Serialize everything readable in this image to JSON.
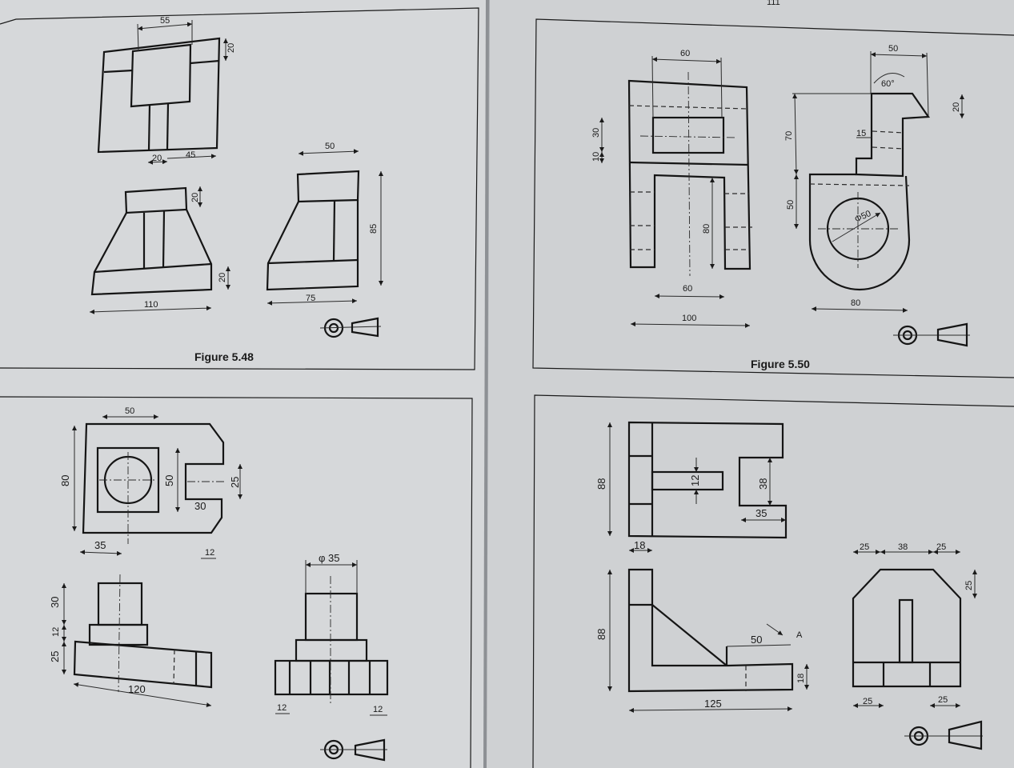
{
  "left_page": {
    "caption": "Figure 5.48",
    "fig_548": {
      "top_view": {
        "d1": "55",
        "d2": "20",
        "d3": "20",
        "d4": "45"
      },
      "front_view": {
        "d1": "20",
        "d2": "20",
        "d3": "110"
      },
      "side_view": {
        "d1": "50",
        "d2": "85",
        "d3": "75"
      }
    },
    "fig_549": {
      "top_view": {
        "d1": "50",
        "d2": "80",
        "d3": "50",
        "d4": "25",
        "d5": "30",
        "d6": "35",
        "d7": "12"
      },
      "front_view": {
        "d1": "30",
        "d2": "12",
        "d3": "25",
        "d4": "120"
      },
      "side_view": {
        "d1": "φ 35",
        "d2": "12",
        "d3": "12"
      }
    }
  },
  "right_page": {
    "page_number": "111",
    "caption": "Figure 5.50",
    "fig_550": {
      "front_view": {
        "d1": "60",
        "d2": "30",
        "d3": "10",
        "d4": "80",
        "d5": "60",
        "d6": "100"
      },
      "side_view": {
        "d1": "50",
        "d2": "60°",
        "d3": "20",
        "d4": "70",
        "d5": "15",
        "d6": "50",
        "d7": "Φ50",
        "d8": "80"
      }
    },
    "fig_551": {
      "top_view": {
        "d1": "88",
        "d2": "12",
        "d3": "38",
        "d4": "35"
      },
      "front_view": {
        "d1": "18",
        "d2": "88",
        "d3": "50",
        "d4": "A",
        "d5": "18",
        "d6": "125"
      },
      "side_view": {
        "d1": "25",
        "d2": "38",
        "d3": "25",
        "d4": "25",
        "d5": "25",
        "d6": "25"
      }
    }
  }
}
